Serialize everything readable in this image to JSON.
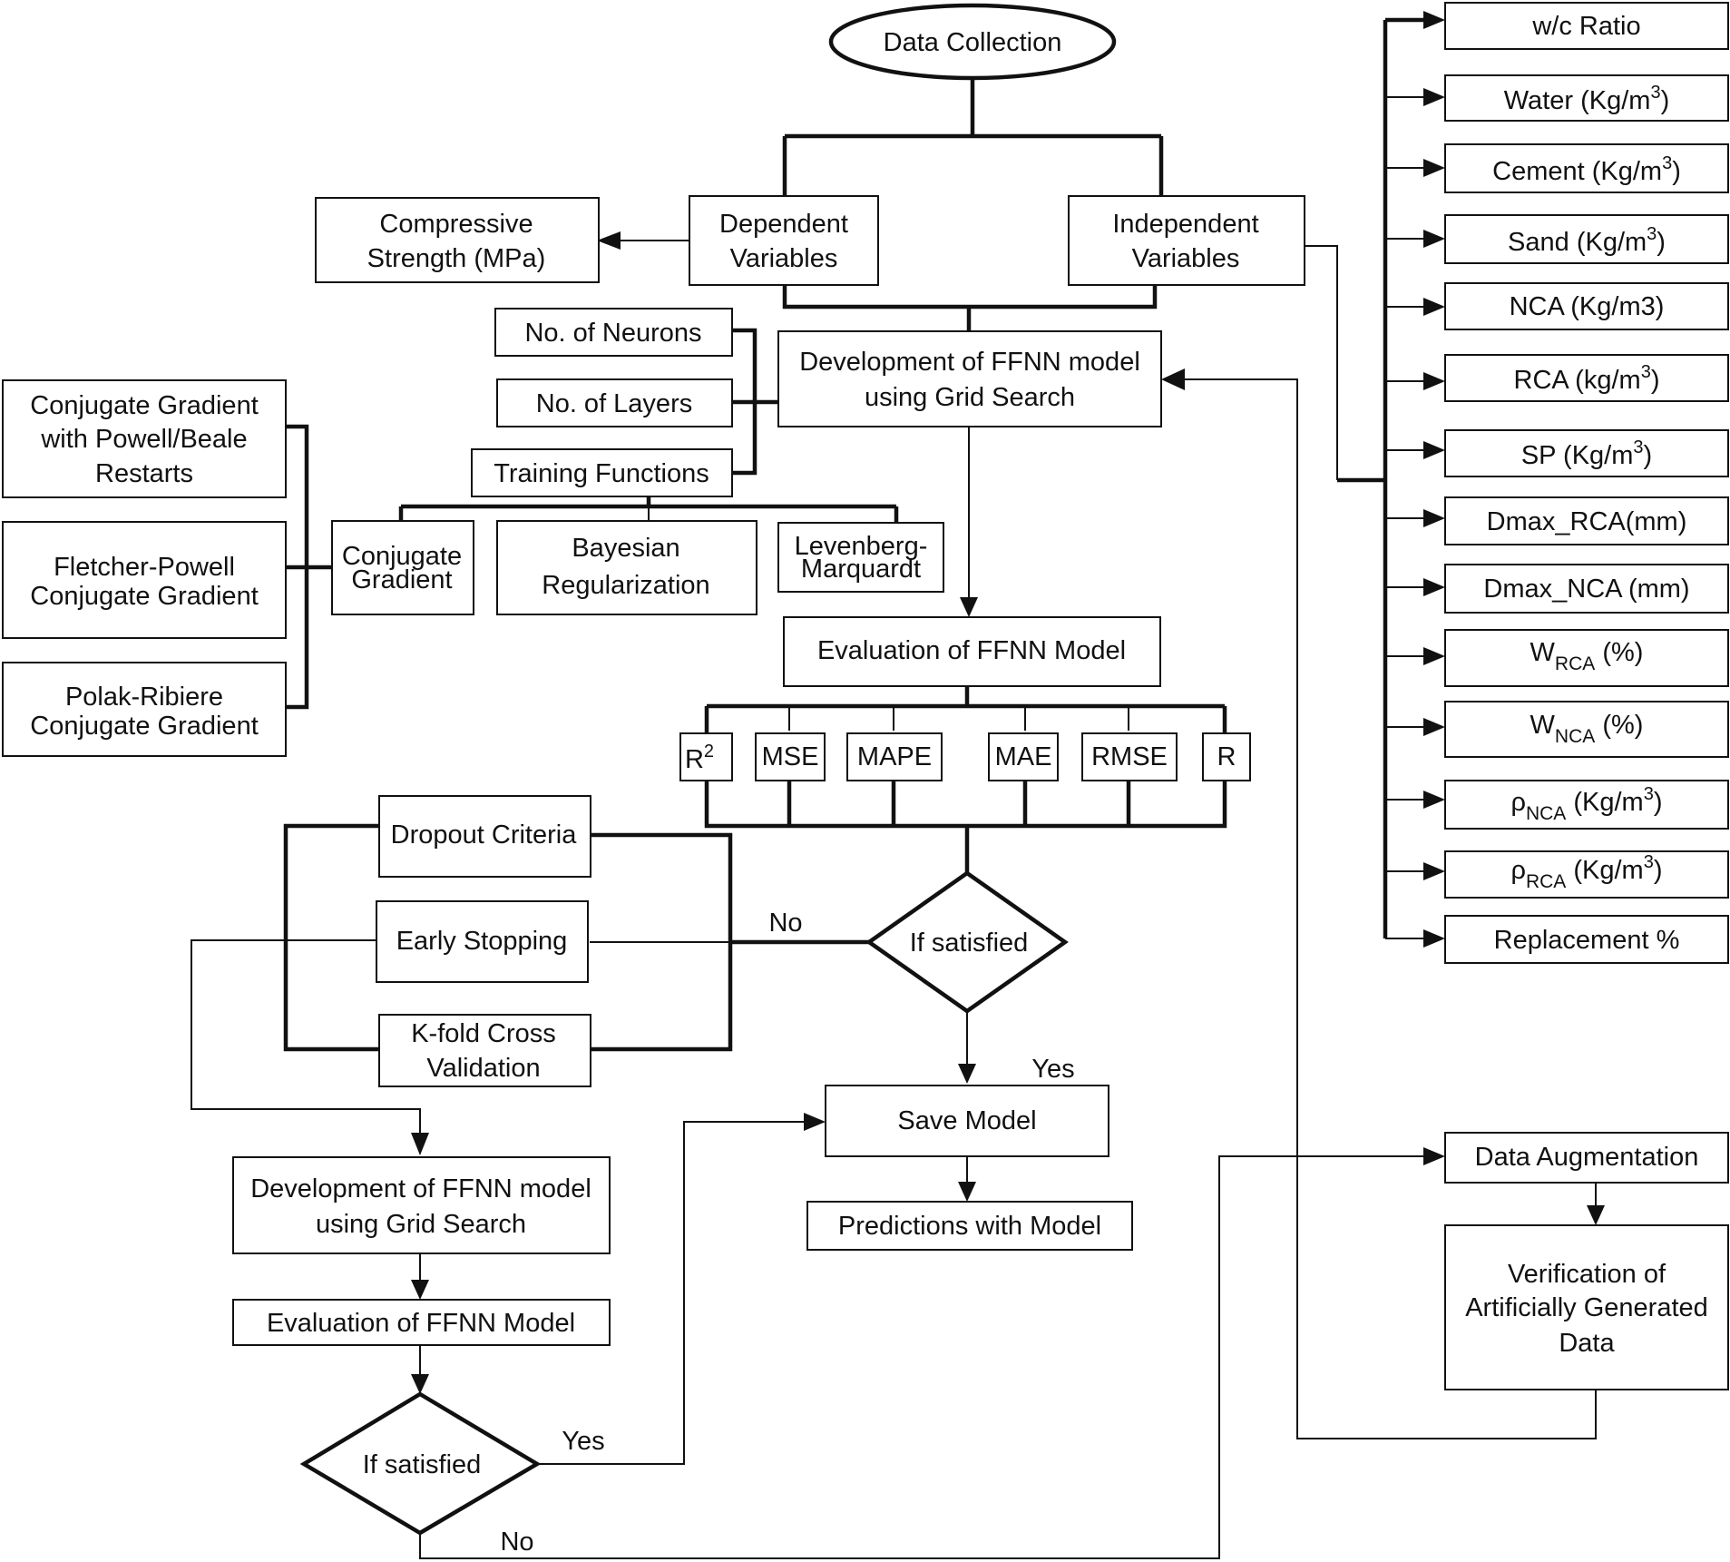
{
  "nodes": {
    "data_collection": "Data Collection",
    "dependent": [
      "Dependent",
      "Variables"
    ],
    "independent": [
      "Independent",
      "Variables"
    ],
    "compressive": [
      "Compressive",
      "Strength (MPa)"
    ],
    "dev_top": [
      "Development of FFNN model",
      "using Grid Search"
    ],
    "neurons": "No. of Neurons",
    "layers": "No. of Layers",
    "training": "Training Functions",
    "conjugate_gradient": [
      "Conjugate",
      "Gradient"
    ],
    "bayesian": [
      "Bayesian",
      "Regularization"
    ],
    "levenberg": [
      "Levenberg-",
      "Marquardt"
    ],
    "cg_powell": [
      "Conjugate Gradient",
      "with Powell/Beale",
      "Restarts"
    ],
    "fletcher": [
      "Fletcher-Powell",
      "Conjugate Gradient"
    ],
    "polak": [
      "Polak-Ribiere",
      "Conjugate Gradient"
    ],
    "eval_top": "Evaluation of FFNN Model",
    "metrics": {
      "r2": "R",
      "r2_sup": "2",
      "mse": "MSE",
      "mape": "MAPE",
      "mae": "MAE",
      "rmse": "RMSE",
      "r": "R"
    },
    "if_satisfied_top": "If satisfied",
    "dropout": "Dropout Criteria",
    "early_stopping": "Early Stopping",
    "kfold": [
      "K-fold Cross",
      "Validation"
    ],
    "save_model": "Save Model",
    "predictions": "Predictions with Model",
    "dev_bottom": [
      "Development of FFNN model",
      "using Grid Search"
    ],
    "eval_bottom": "Evaluation of FFNN Model",
    "if_satisfied_bottom": "If satisfied",
    "data_augmentation": "Data Augmentation",
    "verification": [
      "Verification of",
      "Artificially Generated",
      "Data"
    ]
  },
  "labels": {
    "no_top": "No",
    "yes_top": "Yes",
    "yes_bottom": "Yes",
    "no_bottom": "No"
  },
  "variables": [
    {
      "id": "wc",
      "base": "w/c Ratio"
    },
    {
      "id": "water",
      "base": "Water (Kg/m",
      "sup": "3",
      "tail": ")"
    },
    {
      "id": "cement",
      "base": "Cement (Kg/m",
      "sup": "3",
      "tail": ")"
    },
    {
      "id": "sand",
      "base": "Sand (Kg/m",
      "sup": "3",
      "tail": ")"
    },
    {
      "id": "nca",
      "base": "NCA (Kg/m3)"
    },
    {
      "id": "rca",
      "base": "RCA (kg/m",
      "sup": "3",
      "tail": ")"
    },
    {
      "id": "sp",
      "base": "SP (Kg/m",
      "sup": "3",
      "tail": ")"
    },
    {
      "id": "dmax_rca",
      "base": "Dmax_RCA(mm)"
    },
    {
      "id": "dmax_nca",
      "base": "Dmax_NCA (mm)"
    },
    {
      "id": "w_rca",
      "base": "W",
      "sub": "RCA",
      "tail": " (%)"
    },
    {
      "id": "w_nca",
      "base": "W",
      "sub": "NCA",
      "tail": " (%)"
    },
    {
      "id": "rho_nca",
      "base": "ρ",
      "sub": "NCA",
      "tail": " (Kg/m",
      "sup2": "3",
      "tail2": ")"
    },
    {
      "id": "rho_rca",
      "base": "ρ",
      "sub": "RCA",
      "tail": " (Kg/m",
      "sup2": "3",
      "tail2": ")"
    },
    {
      "id": "replacement",
      "base": "Replacement %"
    }
  ]
}
